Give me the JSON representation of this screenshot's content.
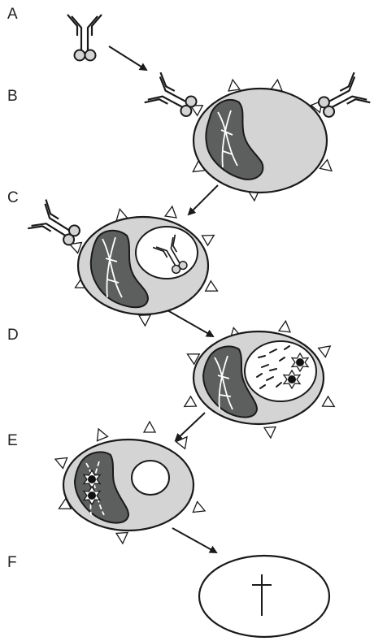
{
  "steps": [
    {
      "label": "A"
    },
    {
      "label": "B"
    },
    {
      "label": "C"
    },
    {
      "label": "D"
    },
    {
      "label": "E"
    },
    {
      "label": "F"
    }
  ],
  "colors": {
    "outline": "#1a1a1a",
    "cell_fill": "#d4d4d4",
    "nucleus_fill": "#5c5f5e",
    "vesicle_fill": "#ffffff",
    "chromatin": "#ffffff",
    "background": "#ffffff"
  },
  "icons": [
    "antibody-icon",
    "cell-icon",
    "nucleus-icon",
    "vesicle-icon",
    "toxin-star-icon",
    "arrow-icon",
    "dagger-icon"
  ]
}
